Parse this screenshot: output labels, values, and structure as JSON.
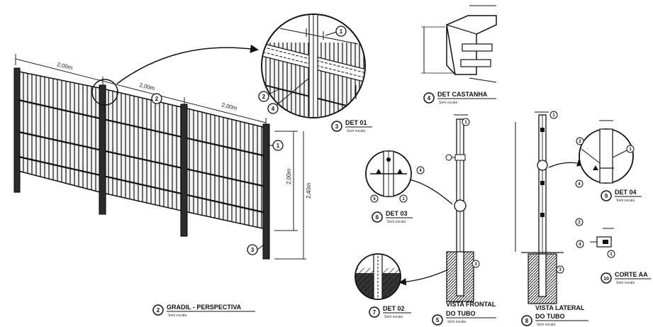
{
  "perspective": {
    "title": "GRADIL - PERSPECTIVA",
    "subtitle": "Sem escala",
    "number": "2",
    "dim_top_1": "2,00m",
    "dim_top_2": "2,00m",
    "dim_top_3": "2,00m",
    "dim_height": "2,00m",
    "dim_total": "2,40m",
    "callout_1": "1",
    "callout_2": "2",
    "callout_3": "3"
  },
  "det01": {
    "title": "DET 01",
    "subtitle": "Sem escala",
    "number": "3",
    "callout_1": "1",
    "callout_2": "2",
    "callout_4": "4"
  },
  "det_castanha": {
    "title": "DET CASTANHA",
    "subtitle": "Sem escala",
    "number": "4"
  },
  "det03": {
    "title": "DET 03",
    "subtitle": "Sem escala",
    "number": "6",
    "callout_1": "1",
    "callout_4": "4",
    "callout_5": "5"
  },
  "det02": {
    "title": "DET 02",
    "subtitle": "Sem escala",
    "number": "7"
  },
  "vista_frontal": {
    "title_1": "VISTA FRONTAL",
    "title_2": "DO TUBO",
    "subtitle": "Sem escala",
    "number": "5",
    "callout_1": "1",
    "callout_3": "3"
  },
  "vista_lateral": {
    "title_1": "VISTA LATERAL",
    "title_2": "DO TUBO",
    "subtitle": "Sem escala",
    "number": "8",
    "callout_1": "1",
    "callout_3": "3"
  },
  "det04": {
    "title": "DET 04",
    "subtitle": "Sem escala",
    "number": "9",
    "callout_1": "1",
    "callout_2": "2",
    "callout_4": "4"
  },
  "corte_aa": {
    "title": "CORTE AA",
    "subtitle": "Sem escala",
    "number": "10",
    "callout_1": "1",
    "callout_2": "2",
    "callout_4": "4"
  }
}
